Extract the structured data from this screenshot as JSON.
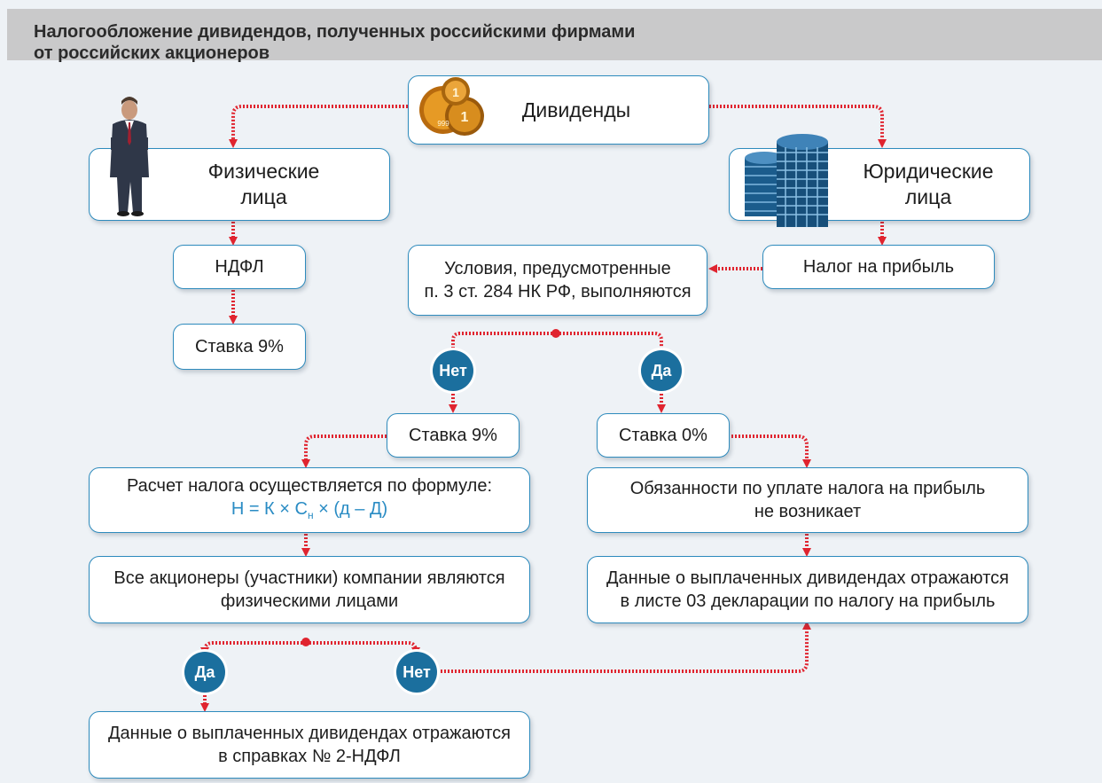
{
  "header": {
    "title_line1": "Налогообложение дивидендов, полученных российскими фирмами",
    "title_line2": "от российских акционеров"
  },
  "nodes": {
    "dividends": "Дивиденды",
    "individuals_l1": "Физические",
    "individuals_l2": "лица",
    "legal_l1": "Юридические",
    "legal_l2": "лица",
    "ndfl": "НДФЛ",
    "rate9_left": "Ставка 9%",
    "profit_tax": "Налог на прибыль",
    "conditions_l1": "Условия, предусмотренные",
    "conditions_l2": "п. 3 ст. 284 НК РФ, выполняются",
    "rate9_mid": "Ставка 9%",
    "rate0": "Ставка 0%",
    "calc_l1": "Расчет налога осуществляется по формуле:",
    "formula_a": "Н = К × С",
    "formula_sub": "н",
    "formula_b": " × (д – Д)",
    "shareholders_l1": "Все акционеры (участники) компании являются",
    "shareholders_l2": "физическими лицами",
    "no_obligation_l1": "Обязанности по уплате налога на прибыль",
    "no_obligation_l2": "не возникает",
    "report03_l1": "Данные о выплаченных дивидендах отражаются",
    "report03_l2": "в листе 03 декларации по налогу на прибыль",
    "report2ndfl_l1": "Данные о выплаченных дивидендах отражаются",
    "report2ndfl_l2": "в справках № 2-НДФЛ"
  },
  "badges": {
    "no_upper": "Нет",
    "yes_upper": "Да",
    "yes_lower": "Да",
    "no_lower": "Нет"
  },
  "coin_labels": [
    "1",
    "1",
    "999"
  ],
  "colors": {
    "connector": "#e0242f",
    "box_border": "#2e8bbd",
    "badge": "#1b6f9e",
    "header_bg": "#c9c9ca",
    "formula": "#2a8cc4"
  }
}
